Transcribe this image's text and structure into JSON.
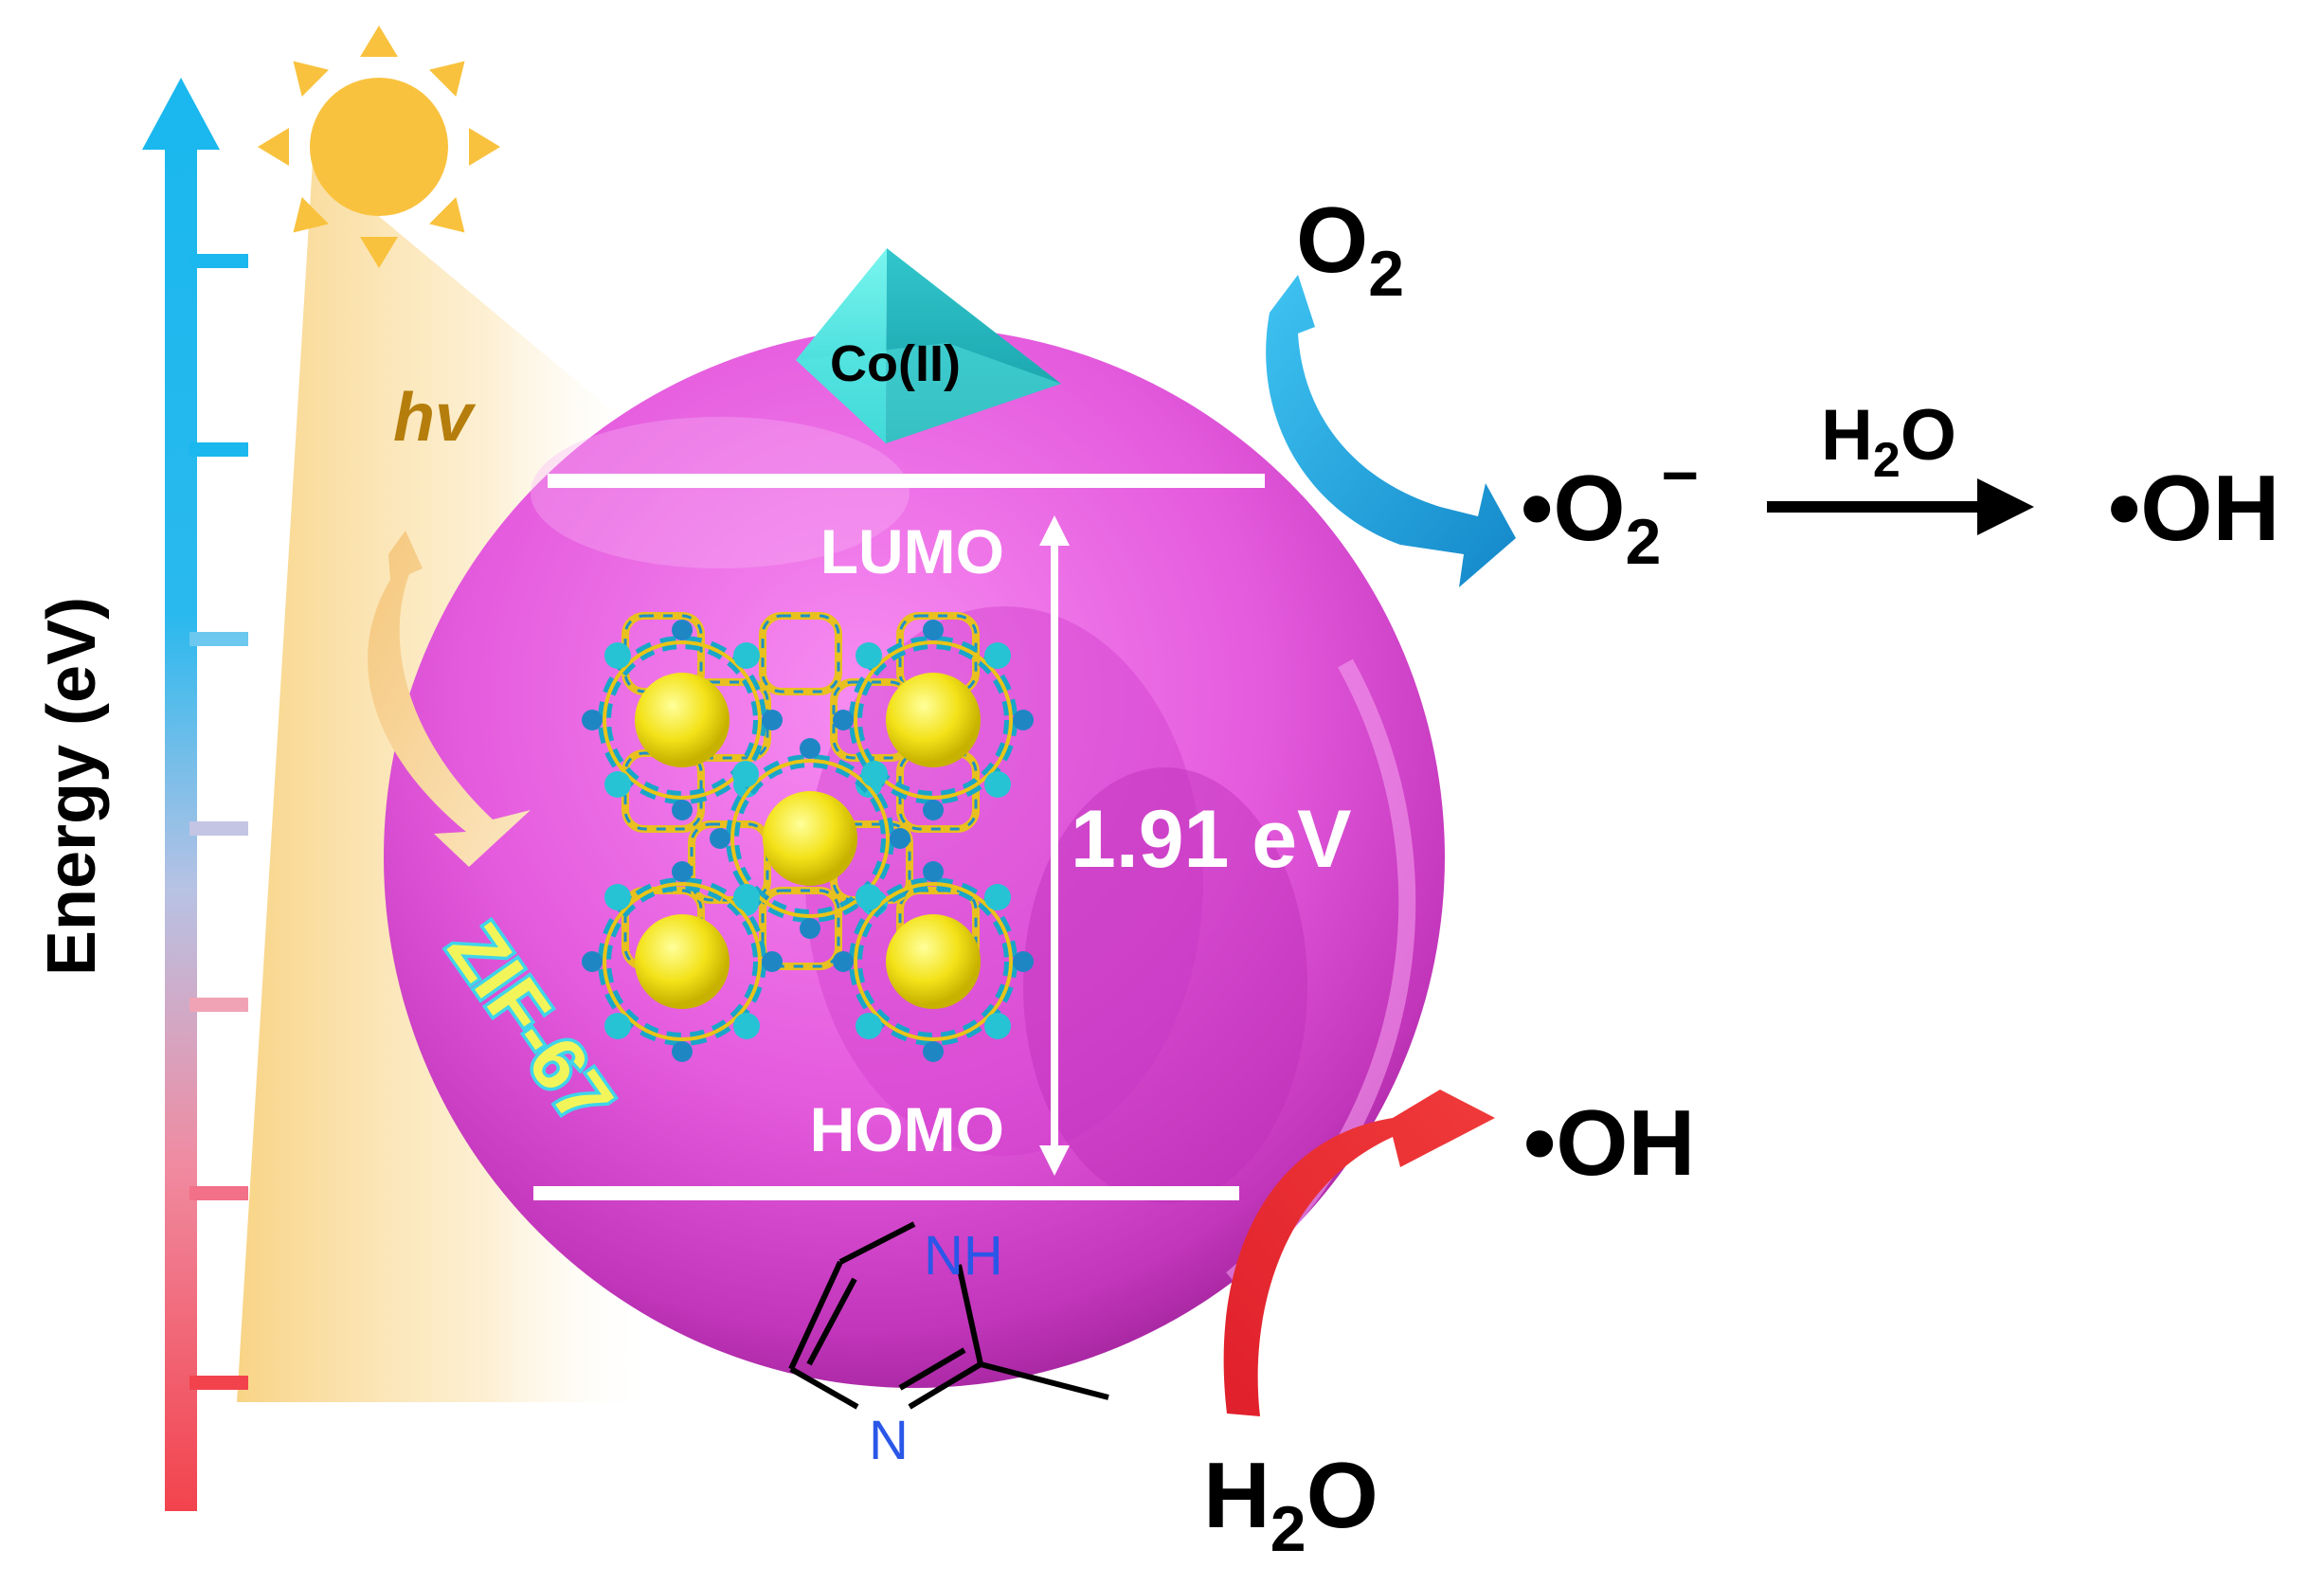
{
  "energy_axis": {
    "label": "Energy (eV)",
    "tick_count": 7,
    "color_top": "#1ab8ee",
    "color_mid": "#b8c2e4",
    "color_bottom": "#f2434d"
  },
  "light": {
    "label": "hv",
    "sun_icon": "sun-icon",
    "sun_color": "#f9c23e",
    "beam_color": "#f7d58c",
    "arrow_icon": "curved-arrow-icon"
  },
  "particle": {
    "color": "#e85ee0",
    "material_label": "ZIF-67",
    "metal_node_label": "Co(II)",
    "lumo_label": "LUMO",
    "homo_label": "HOMO",
    "band_gap_label": "1.91 eV",
    "linker_icon": "2-methylimidazole-icon",
    "linker_atoms": {
      "nh": "NH",
      "n": "N"
    },
    "framework_icon": "zif-framework-icon"
  },
  "reactions": {
    "reduction": {
      "reactant": "O",
      "reactant_sub": "2",
      "product_dot": "•",
      "product": "O",
      "product_sub": "2",
      "product_sup": "−",
      "arrow_color": "#1aa7e0",
      "arrow_icon": "curved-arrow-icon"
    },
    "conversion": {
      "label_main": "H",
      "label_sub": "2",
      "label_tail": "O",
      "product": "•OH",
      "arrow_icon": "right-arrow-icon"
    },
    "oxidation": {
      "reactant_main": "H",
      "reactant_sub": "2",
      "reactant_tail": "O",
      "product": "•OH",
      "arrow_color": "#f03a3a",
      "arrow_icon": "curved-arrow-icon"
    }
  }
}
